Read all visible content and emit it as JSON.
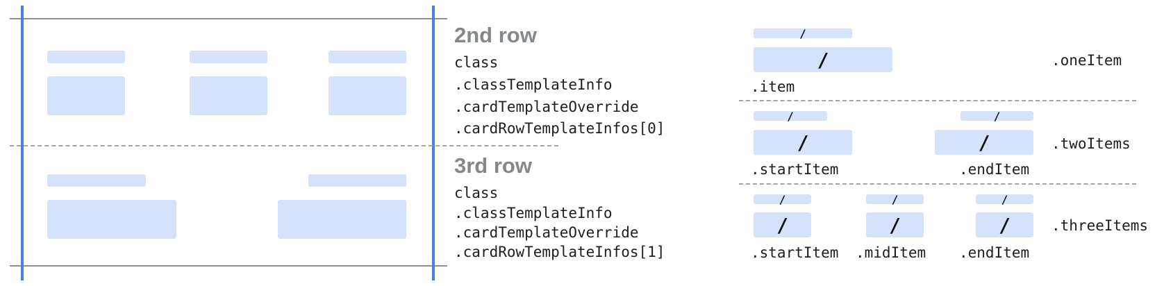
{
  "divider_glyph": "/",
  "rows": [
    {
      "heading": "2nd row",
      "code_lines": [
        "class",
        ".classTemplateInfo",
        ".cardTemplateOverride",
        ".cardRowTemplateInfos[0]"
      ]
    },
    {
      "heading": "3rd row",
      "code_lines": [
        "class",
        ".classTemplateInfo",
        ".cardTemplateOverride",
        ".cardRowTemplateInfos[1]"
      ]
    }
  ],
  "templates": {
    "one": {
      "name": ".oneItem",
      "item_labels": [
        ".item"
      ]
    },
    "two": {
      "name": ".twoItems",
      "item_labels": [
        ".startItem",
        ".endItem"
      ]
    },
    "three": {
      "name": ".threeItems",
      "item_labels": [
        ".startItem",
        ".midItem",
        ".endItem"
      ]
    }
  },
  "colors": {
    "placeholder": "#d4e2fb",
    "card_border": "#4a80e4",
    "rule": "#8e8e8e",
    "dashed_rule": "#a3a3a3",
    "heading": "#85888b"
  }
}
